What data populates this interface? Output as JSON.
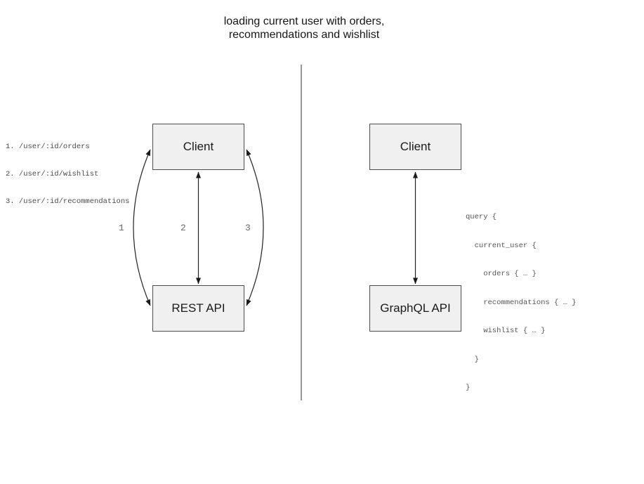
{
  "title": {
    "line1": "loading current user with orders,",
    "line2": "recommendations and wishlist"
  },
  "left_diagram": {
    "client_label": "Client",
    "api_label": "REST API",
    "endpoints": [
      "1. /user/:id/orders",
      "2. /user/:id/wishlist",
      "3. /user/:id/recommendations"
    ],
    "arrow_labels": [
      "1",
      "2",
      "3"
    ]
  },
  "right_diagram": {
    "client_label": "Client",
    "api_label": "GraphQL API",
    "query_lines": [
      "query {",
      "  current_user {",
      "    orders { … }",
      "    recommendations { … }",
      "    wishlist { … }",
      "  }",
      "}"
    ]
  },
  "colors": {
    "box_fill": "#f0f0f0",
    "box_border": "#4d4d4d",
    "arrow": "#222222",
    "divider": "#777777",
    "annotation_text": "#4a4a4a",
    "arrow_label_text": "#666666"
  }
}
